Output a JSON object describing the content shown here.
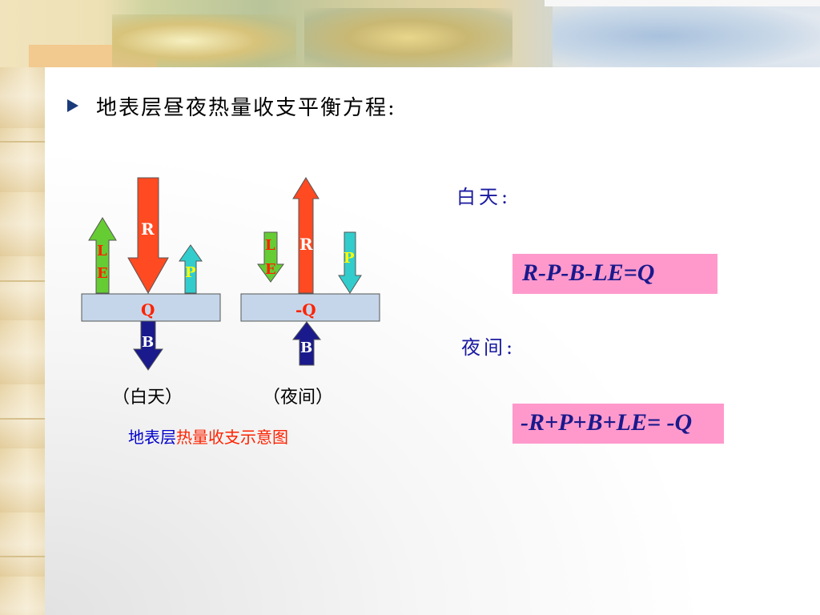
{
  "slide": {
    "title": "地表层昼夜热量收支平衡方程:"
  },
  "diagram": {
    "day": {
      "R": "R",
      "L": "L",
      "E": "E",
      "P": "P",
      "Q": "Q",
      "B": "B",
      "caption": "（白天）"
    },
    "night": {
      "R": "R",
      "L": "L",
      "E": "E",
      "P": "P",
      "Q": "-Q",
      "B": "B",
      "caption": "（夜间）"
    },
    "title_part1": "地表层",
    "title_part2": "热量收支示意图"
  },
  "equations": {
    "day_label": "白天:",
    "day_eq": "R-P-B-LE=Q",
    "night_label": "夜间:",
    "night_eq": "-R+P+B+LE= -Q"
  },
  "colors": {
    "R_arrow": "#ff4a22",
    "L_arrow": "#66cc33",
    "P_arrow": "#33cccc",
    "B_arrow": "#1a1a8c",
    "surface": "#c6d6ea",
    "equation_bg": "#ff99cc",
    "equation_text": "#1a1a8c",
    "diagram_title_blue": "#0000cc",
    "diagram_title_red": "#ff2200"
  }
}
